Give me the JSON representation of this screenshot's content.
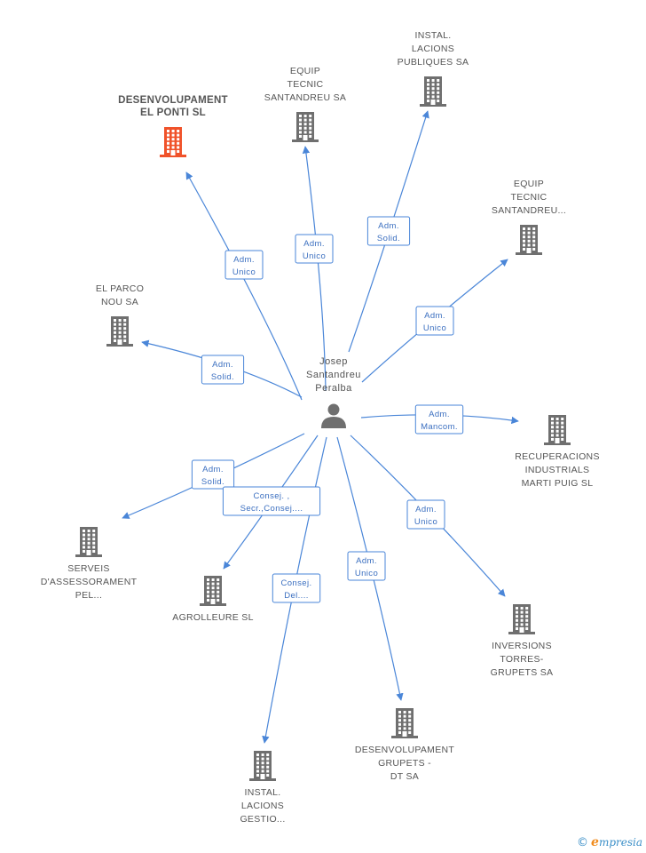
{
  "graph": {
    "person": {
      "id": "p",
      "lines": [
        "Josep",
        "Santandreu",
        "Peralba"
      ],
      "icon": "person-icon"
    },
    "companies": [
      {
        "id": "c1",
        "lines": [
          "DESENVOLUPAMENT",
          "EL PONTI SL"
        ],
        "highlight": true,
        "color": "#f0522a",
        "icon": "building-icon"
      },
      {
        "id": "c2",
        "lines": [
          "EQUIP",
          "TECNIC",
          "SANTANDREU SA"
        ],
        "icon": "building-icon"
      },
      {
        "id": "c3",
        "lines": [
          "INSTAL.",
          "LACIONS",
          "PUBLIQUES SA"
        ],
        "icon": "building-icon"
      },
      {
        "id": "c4",
        "lines": [
          "EQUIP",
          "TECNIC",
          "SANTANDREU..."
        ],
        "icon": "building-icon"
      },
      {
        "id": "c5",
        "lines": [
          "EL PARCO",
          "NOU SA"
        ],
        "icon": "building-icon"
      },
      {
        "id": "c6",
        "lines": [
          "RECUPERACIONS",
          "INDUSTRIALS",
          "MARTI PUIG SL"
        ],
        "icon": "building-icon"
      },
      {
        "id": "c7",
        "lines": [
          "SERVEIS",
          "D'ASSESSORAMENT",
          "PEL..."
        ],
        "icon": "building-icon"
      },
      {
        "id": "c8",
        "lines": [
          "AGROLLEURE SL"
        ],
        "icon": "building-icon"
      },
      {
        "id": "c9",
        "lines": [
          "INVERSIONS",
          "TORRES-",
          "GRUPETS SA"
        ],
        "icon": "building-icon"
      },
      {
        "id": "c10",
        "lines": [
          "DESENVOLUPAMENT",
          "GRUPETS -",
          "DT SA"
        ],
        "icon": "building-icon"
      },
      {
        "id": "c11",
        "lines": [
          "INSTAL.",
          "LACIONS",
          "GESTIO..."
        ],
        "icon": "building-icon"
      }
    ],
    "relations": [
      {
        "to": "c1",
        "lines": [
          "Adm.",
          "Unico"
        ]
      },
      {
        "to": "c2",
        "lines": [
          "Adm.",
          "Unico"
        ]
      },
      {
        "to": "c3",
        "lines": [
          "Adm.",
          "Solid."
        ]
      },
      {
        "to": "c4",
        "lines": [
          "Adm.",
          "Unico"
        ]
      },
      {
        "to": "c5",
        "lines": [
          "Adm.",
          "Solid."
        ]
      },
      {
        "to": "c6",
        "lines": [
          "Adm.",
          "Mancom."
        ]
      },
      {
        "to": "c7",
        "lines": [
          "Adm.",
          "Solid."
        ]
      },
      {
        "to": "c8",
        "lines": [
          "Consej. ,",
          "Secr.,Consej...."
        ]
      },
      {
        "to": "c9",
        "lines": [
          "Adm.",
          "Unico"
        ]
      },
      {
        "to": "c10",
        "lines": [
          "Adm.",
          "Unico"
        ]
      },
      {
        "to": "c11",
        "lines": [
          "Consej.",
          "Del...."
        ]
      }
    ],
    "colors": {
      "edge": "#4a86d8",
      "node": "#6f6f6f",
      "highlight": "#f0522a",
      "label": "#555555"
    }
  },
  "brand": {
    "copyright": "©",
    "name_first": "e",
    "name_rest": "mpresia"
  }
}
